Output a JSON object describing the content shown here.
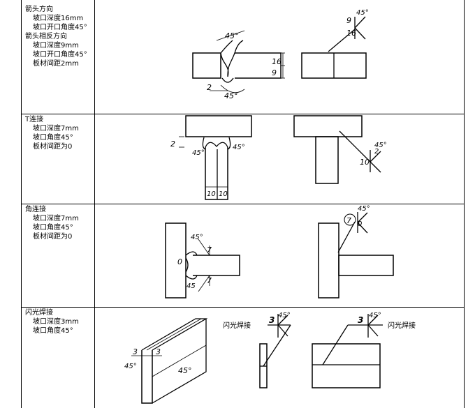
{
  "rows": [
    {
      "id": "arrow",
      "title": "箭头方向",
      "items": [
        "坡口深度16mm",
        "坡口开口角度45°"
      ],
      "title2": "箭头相反方向",
      "items2": [
        "坡口深度9mm",
        "坡口开口角度45°",
        "板材间距2mm"
      ],
      "dims": {
        "angle_top": "45°",
        "depth_a": "16",
        "depth_b": "9",
        "gap": "2",
        "angle_bottom": "45°"
      },
      "symbol": {
        "angle": "45°",
        "depth_a": "9",
        "depth_b": "16"
      }
    },
    {
      "id": "tjoint",
      "title": "T连接",
      "items": [
        "坡口深度7mm",
        "坡口角度45°",
        "板材间距为0"
      ],
      "dims": {
        "gap": "2",
        "angle_left": "45°",
        "angle_right": "45°",
        "len_a": "10",
        "len_b": "10"
      },
      "symbol": {
        "angle": "45°",
        "depth": "2",
        "len": "10"
      }
    },
    {
      "id": "corner",
      "title": "角连接",
      "items": [
        "坡口深度7mm",
        "坡口角度45°",
        "板材间距为0"
      ],
      "dims": {
        "angle_top": "45°",
        "depth_top": "7",
        "gap": "0",
        "angle_bottom": "45",
        "depth_bottom": "7"
      },
      "symbol": {
        "angle": "45°",
        "depth": "7",
        "gap": "0"
      }
    },
    {
      "id": "flash",
      "title": "闪光焊接",
      "items": [
        "坡口深度3mm",
        "坡口角度45°"
      ],
      "dims": {
        "d1": "3",
        "d2": "3",
        "angle_a": "45°",
        "angle_b": "45°"
      },
      "symbol": {
        "depth": "3",
        "angle": "45°",
        "label": "闪光焊接"
      }
    }
  ]
}
